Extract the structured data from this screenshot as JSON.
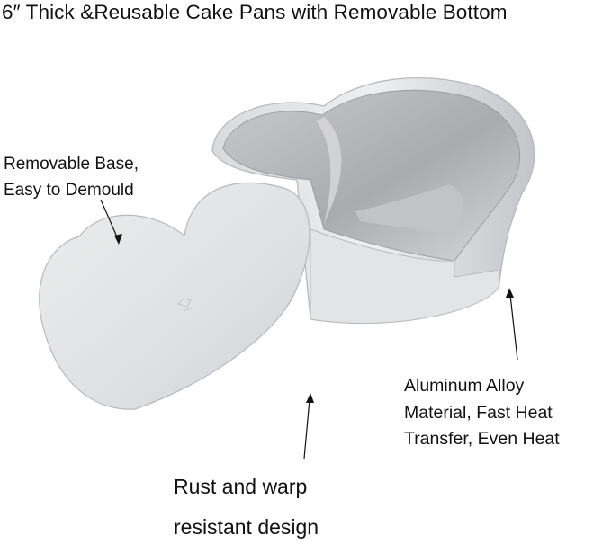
{
  "title": "6″ Thick &Reusable Cake Pans with Removable Bottom",
  "callouts": {
    "removable_base": {
      "line1": "Removable Base,",
      "line2": "Easy to Demould"
    },
    "aluminum": {
      "line1": "Aluminum Alloy",
      "line2": "Material, Fast Heat",
      "line3": "Transfer, Even Heat"
    },
    "rust": {
      "line1": "Rust and warp",
      "line2": "resistant design"
    }
  },
  "colors": {
    "metal_light": "#e6e7e9",
    "metal_mid": "#c9cbce",
    "metal_dark": "#a7a9ad",
    "text": "#111111"
  }
}
